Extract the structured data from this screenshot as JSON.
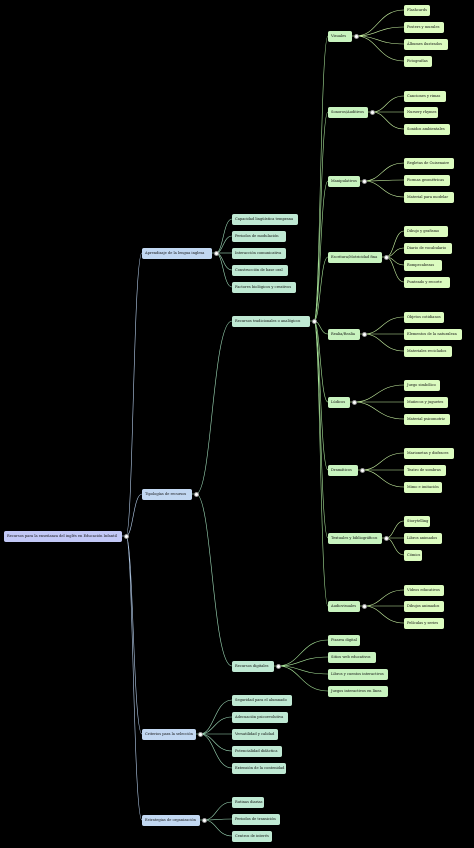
{
  "diagram": {
    "label": "Recursos para la enseñanza del inglés en Educación Infantil",
    "children": [
      {
        "label": "Aprendizaje de la lengua inglesa",
        "children": [
          {
            "label": "Capacidad lingüística temprana"
          },
          {
            "label": "Periodos de modulación"
          },
          {
            "label": "Interacción comunicativa"
          },
          {
            "label": "Construcción de base oral"
          },
          {
            "label": "Factores biológicos y creativos"
          }
        ]
      },
      {
        "label": "Tipologías de recursos",
        "children": [
          {
            "label": "Recursos tradicionales o analógicos",
            "children": [
              {
                "label": "Visuales",
                "children": [
                  {
                    "label": "Flashcards"
                  },
                  {
                    "label": "Posters y murales"
                  },
                  {
                    "label": "Álbumes ilustrados"
                  },
                  {
                    "label": "Fotografías"
                  }
                ]
              },
              {
                "label": "Sonoros/Auditivos",
                "children": [
                  {
                    "label": "Canciones y rimas"
                  },
                  {
                    "label": "Nursery rhymes"
                  },
                  {
                    "label": "Sonidos ambientales"
                  }
                ]
              },
              {
                "label": "Manipulativos",
                "children": [
                  {
                    "label": "Regletas de Cuisenaire"
                  },
                  {
                    "label": "Formas geométricas"
                  },
                  {
                    "label": "Material para modelar"
                  }
                ]
              },
              {
                "label": "Escritura/Motricidad fina",
                "children": [
                  {
                    "label": "Dibujo y grafismo"
                  },
                  {
                    "label": "Diario de vocabulario"
                  },
                  {
                    "label": "Rompecabezas"
                  },
                  {
                    "label": "Punteado y recorte"
                  }
                ]
              },
              {
                "label": "Realia/Realia",
                "children": [
                  {
                    "label": "Objetos cotidianos"
                  },
                  {
                    "label": "Elementos de la naturaleza"
                  },
                  {
                    "label": "Materiales reciclados"
                  }
                ]
              },
              {
                "label": "Lúdicos",
                "children": [
                  {
                    "label": "Juego simbólico"
                  },
                  {
                    "label": "Muñecos y juguetes"
                  },
                  {
                    "label": "Material psicomotriz"
                  }
                ]
              },
              {
                "label": "Dramáticos",
                "children": [
                  {
                    "label": "Marionetas y disfraces"
                  },
                  {
                    "label": "Teatro de sombras"
                  },
                  {
                    "label": "Mimo e imitación"
                  }
                ]
              },
              {
                "label": "Textuales y bibliográficos",
                "children": [
                  {
                    "label": "Storytelling"
                  },
                  {
                    "label": "Libros animados"
                  },
                  {
                    "label": "Cómics"
                  }
                ]
              },
              {
                "label": "Audiovisuales",
                "children": [
                  {
                    "label": "Vídeos educativos"
                  },
                  {
                    "label": "Dibujos animados"
                  },
                  {
                    "label": "Películas y series"
                  }
                ]
              }
            ]
          },
          {
            "label": "Recursos digitales",
            "children": [
              {
                "label": "Pizarra digital"
              },
              {
                "label": "Sitios web educativos"
              },
              {
                "label": "Libros y cuentos interactivos"
              },
              {
                "label": "Juegos interactivos en línea"
              }
            ]
          }
        ]
      },
      {
        "label": "Criterios para la selección",
        "children": [
          {
            "label": "Seguridad para el alumnado"
          },
          {
            "label": "Adecuación psicoevolutiva"
          },
          {
            "label": "Versatilidad y calidad"
          },
          {
            "label": "Potencialidad didáctica"
          },
          {
            "label": "Extensión de la contenidad"
          }
        ]
      },
      {
        "label": "Estrategias de organización",
        "children": [
          {
            "label": "Rutinas diarias"
          },
          {
            "label": "Periodos de transición"
          },
          {
            "label": "Centros de interés"
          }
        ]
      }
    ]
  }
}
